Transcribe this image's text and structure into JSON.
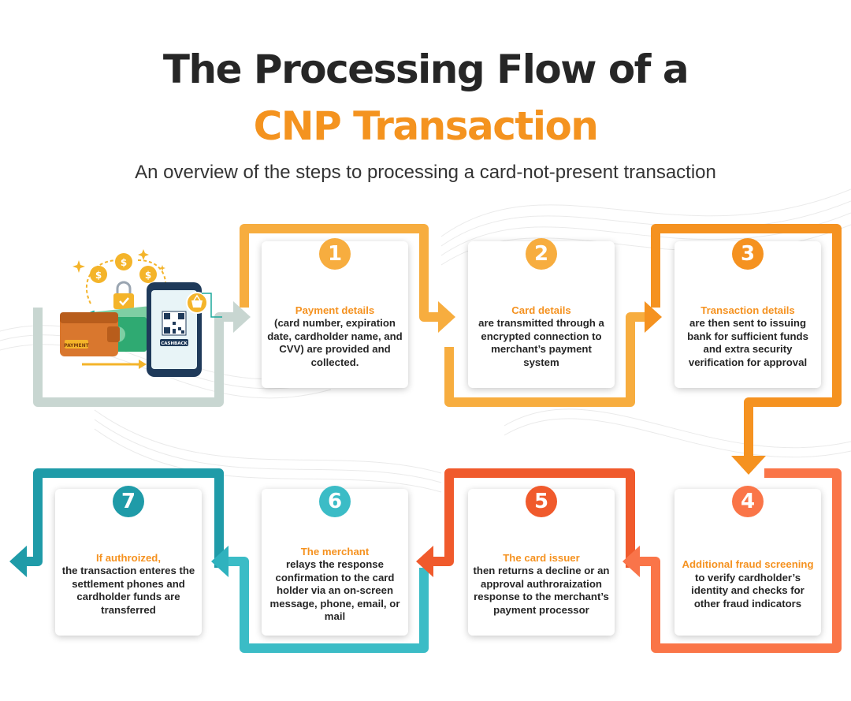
{
  "header": {
    "title_line1": "The Processing Flow of a",
    "title_line2": "CNP Transaction",
    "subtitle": "An overview of the steps to processing a card-not-present transaction"
  },
  "colors": {
    "title_dark": "#262626",
    "accent_orange": "#f4931f",
    "step1": "#f7ad3f",
    "step2": "#f7ad3f",
    "step3": "#f59220",
    "step4": "#fa7548",
    "step5": "#f05a2c",
    "step6": "#3bbcc6",
    "step7": "#1f9ba8",
    "start_loop": "#c8d6d1"
  },
  "illustration": {
    "icons": [
      "wallet-icon",
      "cash-icon",
      "coin-icon",
      "lock-icon",
      "smartphone-icon",
      "qr-code-icon",
      "shopping-basket-icon"
    ],
    "wallet_label": "PAYMENT",
    "phone_label": "CASHBACK",
    "coin_symbol": "$"
  },
  "steps": [
    {
      "number": "1",
      "highlight": "Payment details",
      "body": "(card number, expiration date, cardholder name, and CVV) are provided and collected."
    },
    {
      "number": "2",
      "highlight": "Card details",
      "body": "are transmitted through a encrypted connection to merchant’s payment system"
    },
    {
      "number": "3",
      "highlight": "Transaction details",
      "body": "are then sent to issuing bank for sufficient funds and extra security verification for approval"
    },
    {
      "number": "4",
      "highlight": "Additional fraud screening",
      "body": "to verify cardholder’s identity and checks for other fraud indicators"
    },
    {
      "number": "5",
      "highlight": "The card issuer",
      "body": "then returns a decline or an approval authroraization response to the merchant’s payment processor"
    },
    {
      "number": "6",
      "highlight": "The merchant",
      "body": "relays the response confirmation to the card holder via an on-screen message, phone, email, or mail"
    },
    {
      "number": "7",
      "highlight": "If authroized,",
      "body": "the transaction enteres the settlement phones and cardholder funds are transferred"
    }
  ]
}
